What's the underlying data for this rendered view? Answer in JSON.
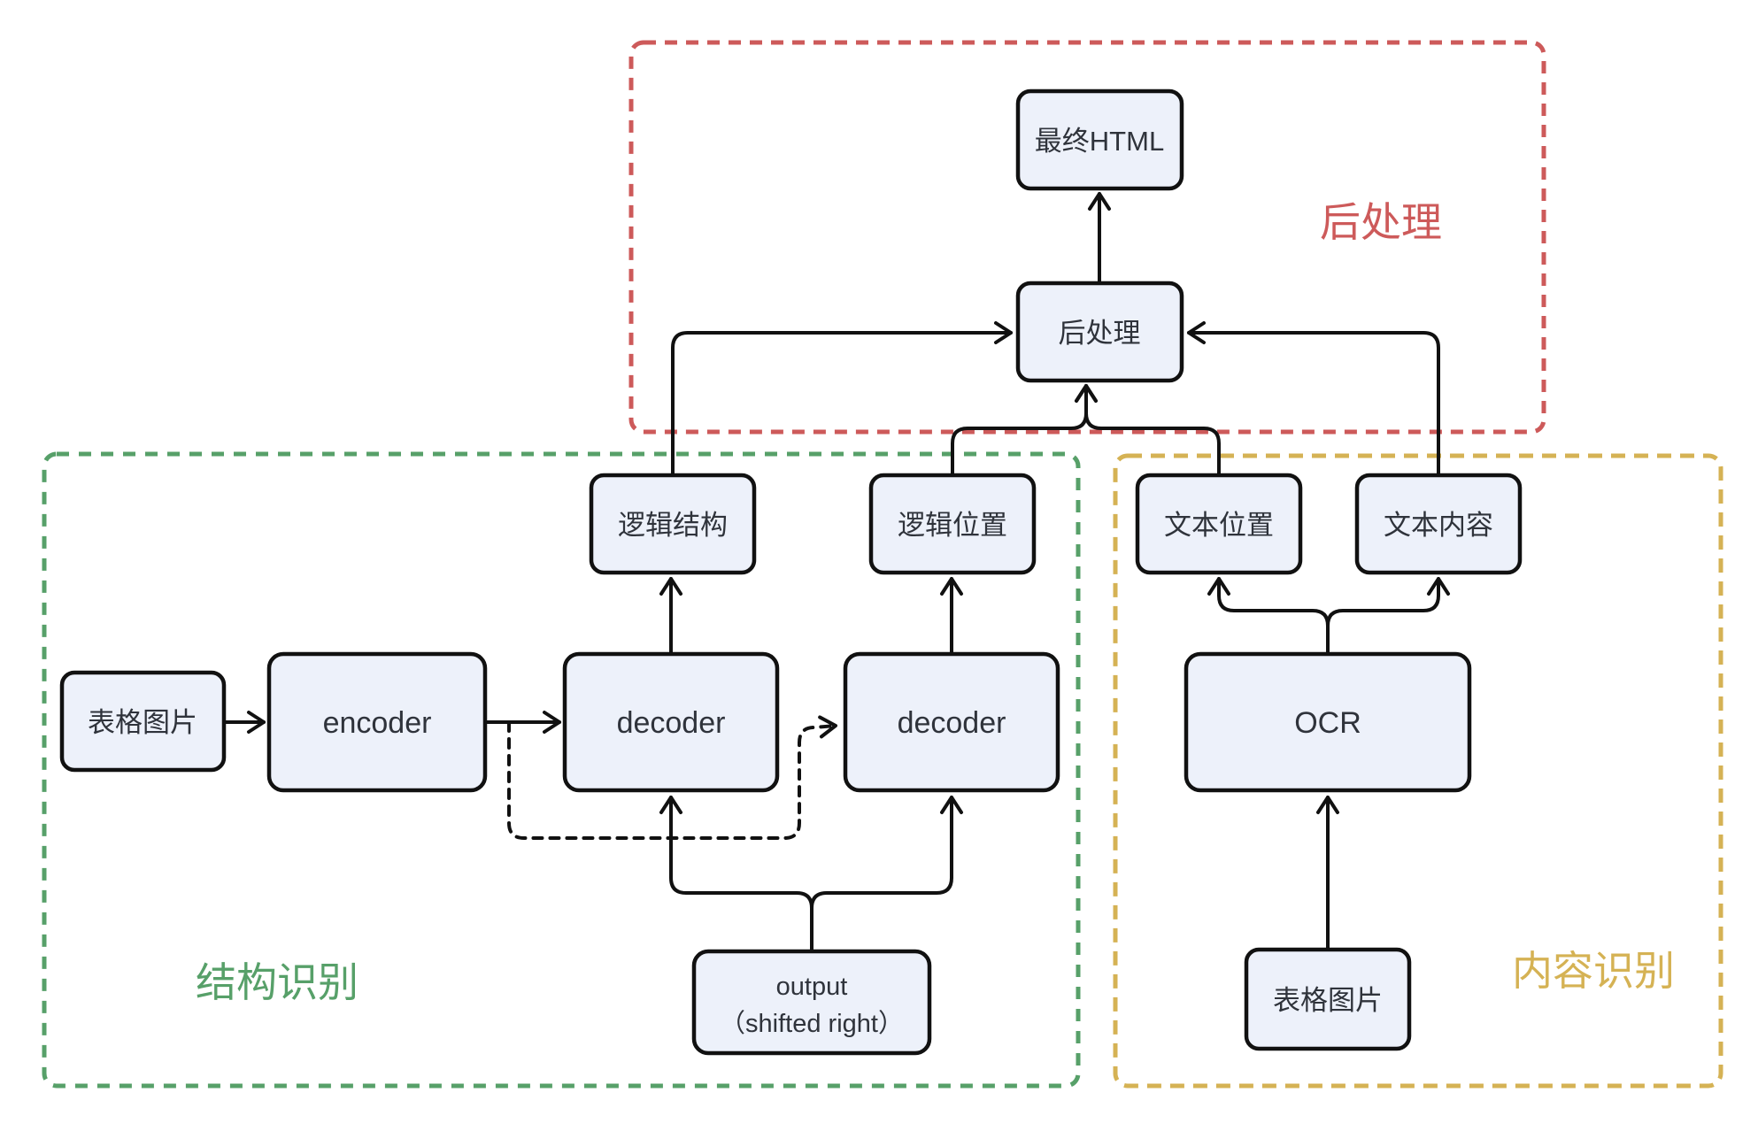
{
  "regions": {
    "post_processing": {
      "label": "后处理",
      "color": "#cd5a5a"
    },
    "structure_recognition": {
      "label": "结构识别",
      "color": "#57a069"
    },
    "content_recognition": {
      "label": "内容识别",
      "color": "#d5b254"
    }
  },
  "nodes": {
    "final_html": {
      "label": "最终HTML"
    },
    "post_process": {
      "label": "后处理"
    },
    "logical_structure": {
      "label": "逻辑结构"
    },
    "logical_position": {
      "label": "逻辑位置"
    },
    "text_position": {
      "label": "文本位置"
    },
    "text_content": {
      "label": "文本内容"
    },
    "table_image_left": {
      "label": "表格图片"
    },
    "encoder": {
      "label": "encoder"
    },
    "decoder_structure": {
      "label": "decoder"
    },
    "decoder_position": {
      "label": "decoder"
    },
    "ocr": {
      "label": "OCR"
    },
    "output": {
      "label": "output",
      "sublabel": "（shifted right）"
    },
    "table_image_right": {
      "label": "表格图片"
    }
  },
  "colors": {
    "node_fill": "#edf1fa",
    "line": "#111111",
    "node_text": "#2f333b",
    "background": "#ffffff"
  }
}
